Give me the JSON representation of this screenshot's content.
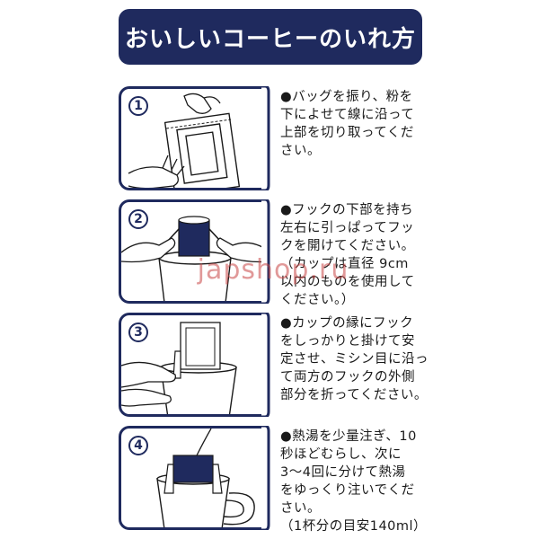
{
  "title": "おいしいコーヒーのいれ方",
  "watermark": "japshop.ru",
  "colors": {
    "navy": "#1f2a5e",
    "watermark": "#c84646"
  },
  "steps": [
    {
      "number": "1",
      "text": "●バッグを振り、粉を\n下によせて線に沿って\n上部を切り取ってくだ\nさい。"
    },
    {
      "number": "2",
      "text": "●フックの下部を持ち\n左右に引っぱってフッ\nクを開けてください。\n（カップは直径 9cm\n以内のものを使用して\nください。）"
    },
    {
      "number": "3",
      "text": "●カップの縁にフック\nをしっかりと掛けて安\n定させ、ミシン目に沿っ\nて両方のフックの外側\n部分を折ってください。"
    },
    {
      "number": "4",
      "text": "●熱湯を少量注ぎ、10\n秒ほどむらし、次に\n3〜4回に分けて熱湯\nをゆっくり注いでくだ\nさい。\n（1杯分の目安140ml）"
    }
  ]
}
